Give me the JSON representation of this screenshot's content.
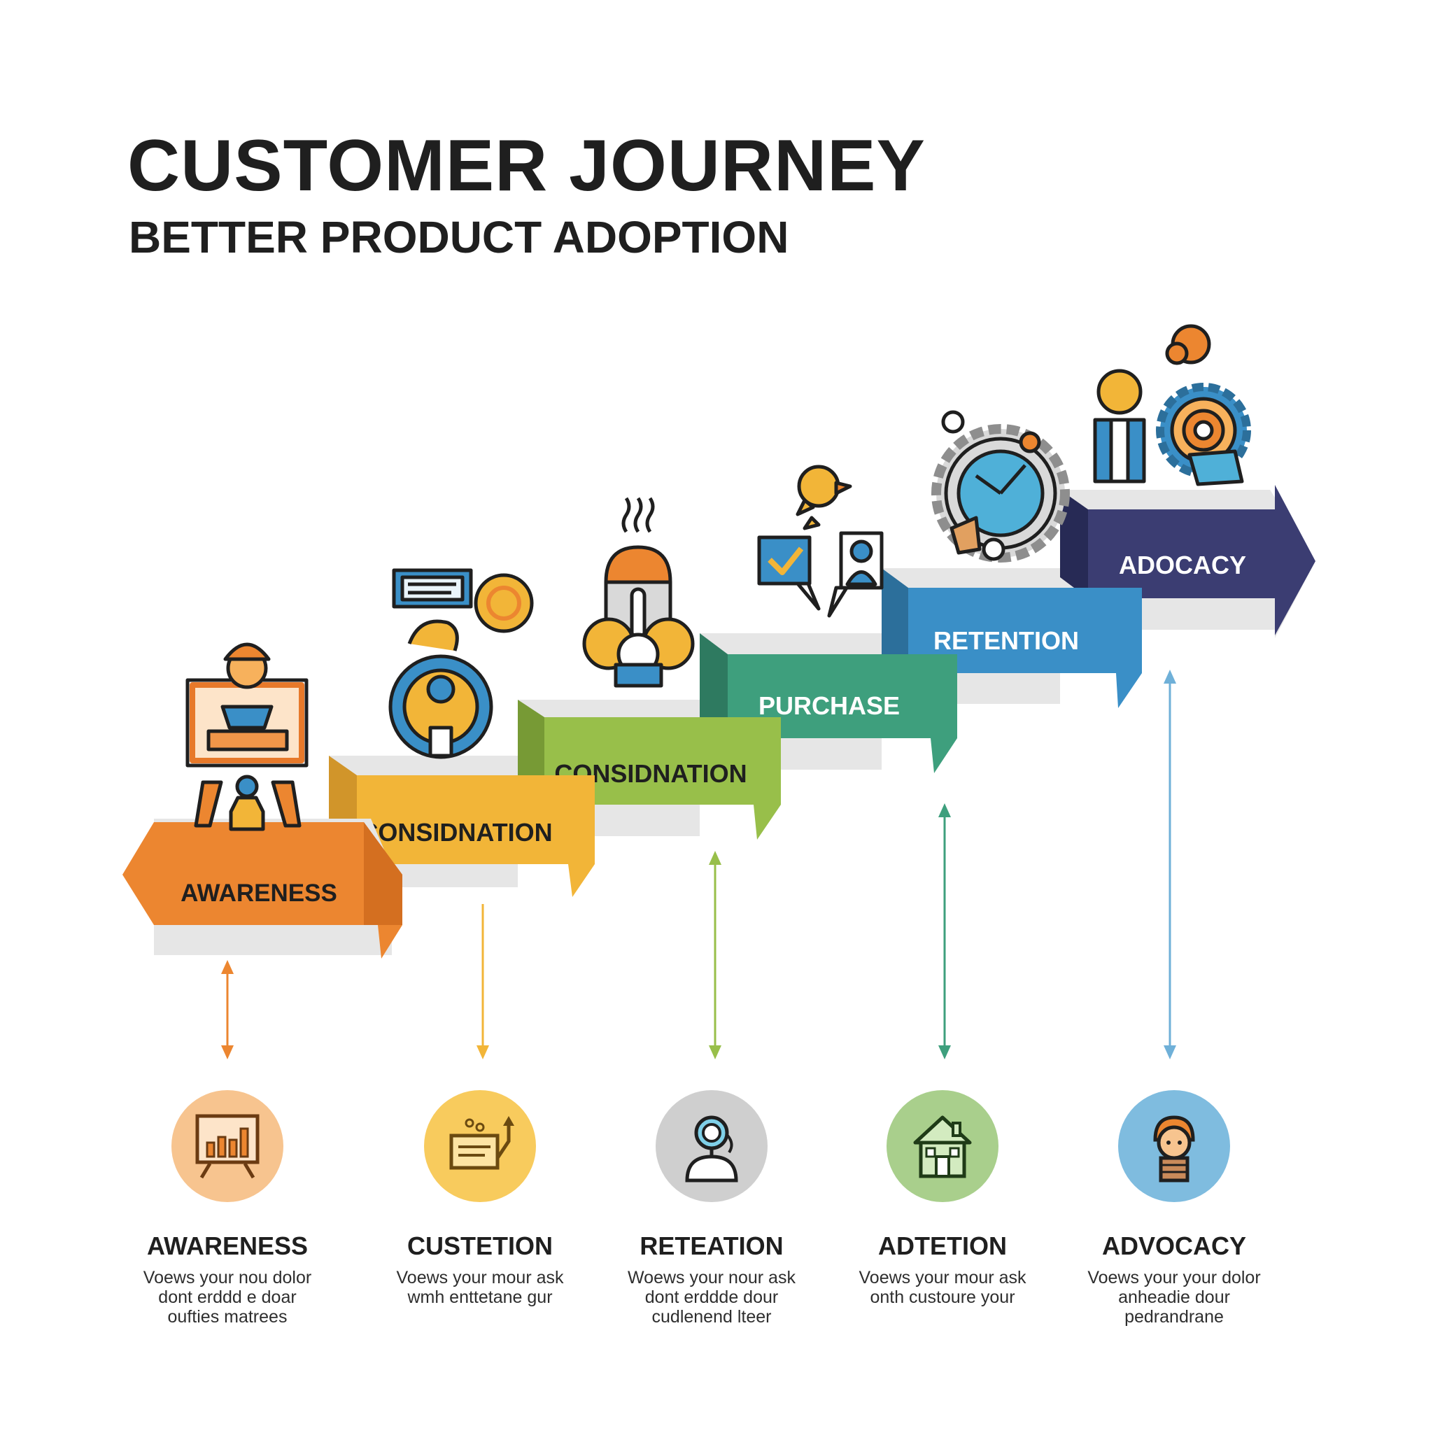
{
  "header": {
    "title": "CUSTOMER JOURNEY",
    "subtitle": "BETTER PRODUCT ADOPTION"
  },
  "steps": [
    {
      "label": "AWARENESS",
      "color": "#ec8630",
      "icon": "presenter-board-icon"
    },
    {
      "label": "CONSIDNATION",
      "color": "#f2b538",
      "icon": "badge-user-icon"
    },
    {
      "label": "CONSIDNATION",
      "color": "#98bf4a",
      "icon": "chef-icon"
    },
    {
      "label": "PURCHASE",
      "color": "#3e9f7d",
      "icon": "checkmark-chat-icon"
    },
    {
      "label": "RETENTION",
      "color": "#3a8fc7",
      "icon": "gear-clock-icon"
    },
    {
      "label": "ADOCACY",
      "color": "#3b3d72",
      "icon": "person-target-icon"
    }
  ],
  "cards": [
    {
      "name": "AWARENESS",
      "desc": "Voews your nou dolor\ndont erddd e doar\noufties matrees",
      "circle": "#f7c48f",
      "icon": "chart-easel-icon"
    },
    {
      "name": "CUSTETION",
      "desc": "Voews your mour ask\nwmh enttetane gur",
      "circle": "#f8cb5d",
      "icon": "rising-card-icon"
    },
    {
      "name": "RETEATION",
      "desc": "Woews your nour ask\ndont erddde dour\ncudlenend lteer",
      "circle": "#cfcfcf",
      "icon": "support-agent-icon"
    },
    {
      "name": "ADTETION",
      "desc": "Voews your mour ask\nonth custoure your",
      "circle": "#a9cf8c",
      "icon": "house-icon"
    },
    {
      "name": "ADVOCACY",
      "desc": "Voews your your dolor\nanheadie dour\npedrandrane",
      "circle": "#7fbcdf",
      "icon": "girl-avatar-icon"
    }
  ]
}
